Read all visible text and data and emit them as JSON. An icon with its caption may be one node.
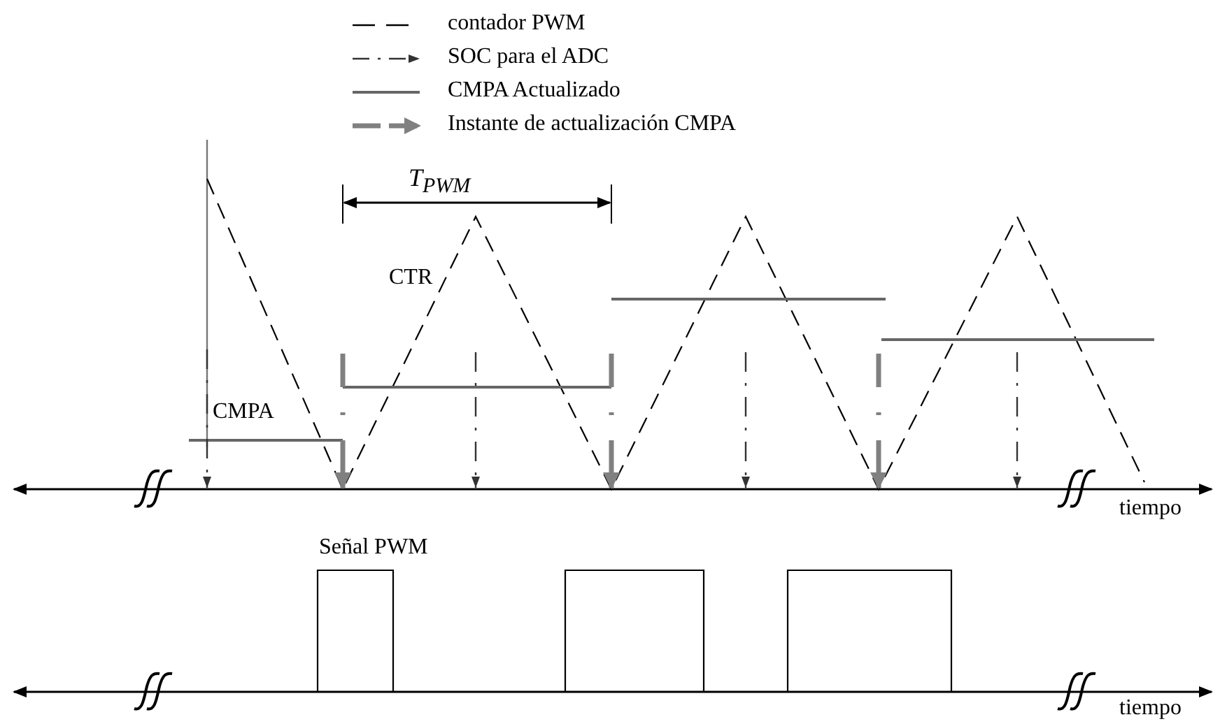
{
  "diagram": {
    "labels": [
      "T$_{PWM}$",
      "CTR",
      "CMPA",
      "tiempo",
      "Señal PWM",
      "tiempo"
    ],
    "legend": [
      {
        "text": "contador PWM"
      },
      {
        "text": "SOC para el ADC"
      },
      {
        "text": "CMPA Actualizado"
      },
      {
        "text": "Instante de actualización CMPA"
      }
    ]
  }
}
